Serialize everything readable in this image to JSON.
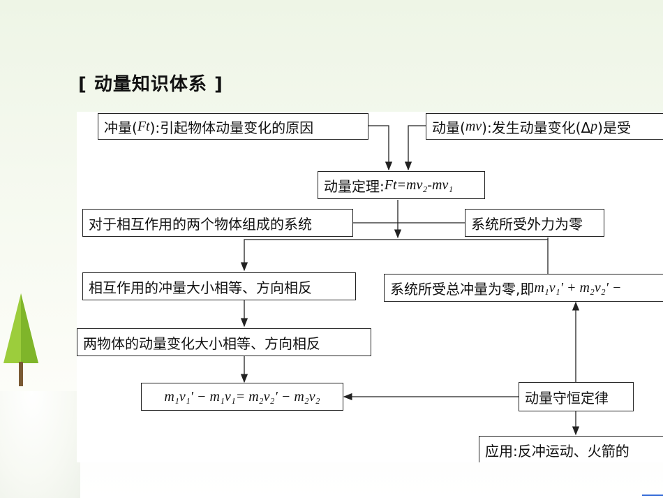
{
  "title": "[ 动量知识体系 ]",
  "diagram": {
    "impulse": {
      "pre": "冲量(",
      "var": "Ft",
      "post": "):引起物体动量变化的原因"
    },
    "momentum": {
      "pre": "动量(",
      "var": "mv",
      "post": "):发生动量变化(Δ",
      "var2": "p",
      "post2": ")是受"
    },
    "theorem": {
      "pre": "动量定理:",
      "expr": "Ft=mv₂-mv₁"
    },
    "system": "对于相互作用的两个物体组成的系统",
    "external_force": "系统所受外力为零",
    "equal_impulse": "相互作用的冲量大小相等、方向相反",
    "total_impulse": {
      "pre": "系统所受总冲量为零,即 ",
      "expr": "m₁v₁′ + m₂v₂′ −"
    },
    "equal_change": "两物体的动量变化大小相等、方向相反",
    "equation": "m₁v₁′ − m₁v₁= m₂v₂′ − m₂v₂",
    "conservation": "动量守恒定律",
    "application": "应用:反冲运动、火箭的"
  }
}
